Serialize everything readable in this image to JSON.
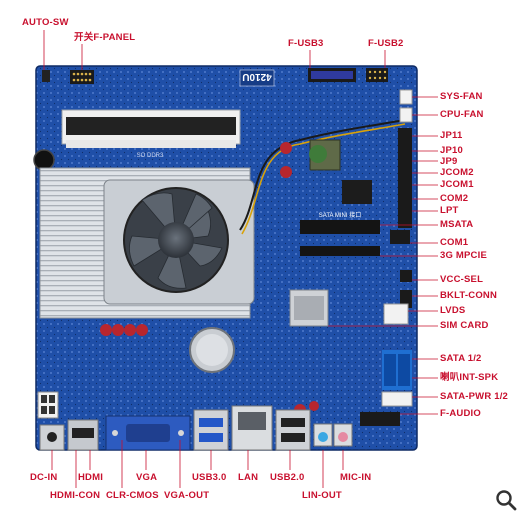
{
  "labels": {
    "auto_sw": "AUTO-SW",
    "f_panel": "开关F-PANEL",
    "f_usb3": "F-USB3",
    "f_usb2": "F-USB2",
    "sys_fan": "SYS-FAN",
    "cpu_fan": "CPU-FAN",
    "jp11": "JP11",
    "jp10": "JP10",
    "jp9": "JP9",
    "jcom2": "JCOM2",
    "jcom1": "JCOM1",
    "com2": "COM2",
    "lpt": "LPT",
    "msata": "MSATA",
    "com1": "COM1",
    "mpcie": "3G MPCIE",
    "vcc_sel": "VCC-SEL",
    "bklt_conn": "BKLT-CONN",
    "lvds": "LVDS",
    "sim_card": "SIM CARD",
    "sata12": "SATA 1/2",
    "int_spk": "喇叭INT-SPK",
    "sata_pwr": "SATA-PWR 1/2",
    "f_audio": "F-AUDIO",
    "dc_in": "DC-IN",
    "hdmi": "HDMI",
    "vga": "VGA",
    "usb30": "USB3.0",
    "lan": "LAN",
    "usb20": "USB2.0",
    "mic_in": "MIC-IN",
    "hdmi_con": "HDMI-CON",
    "clr_cmos": "CLR-CMOS",
    "vga_out": "VGA-OUT",
    "lin_out": "LIN-OUT"
  },
  "board": {
    "cpu_marking": "4210U",
    "msata_silk": "SATA MINI 接口",
    "sodimm_silk": "SO DDR3"
  },
  "colors": {
    "label": "#c8102e",
    "pcb": "#1f4fa8",
    "pcb_dark": "#163c86",
    "heatsink": "#d9dde2",
    "fan": "#4d5560",
    "leader": "#c8102e"
  },
  "icons": {
    "zoom": "magnifier-icon"
  }
}
